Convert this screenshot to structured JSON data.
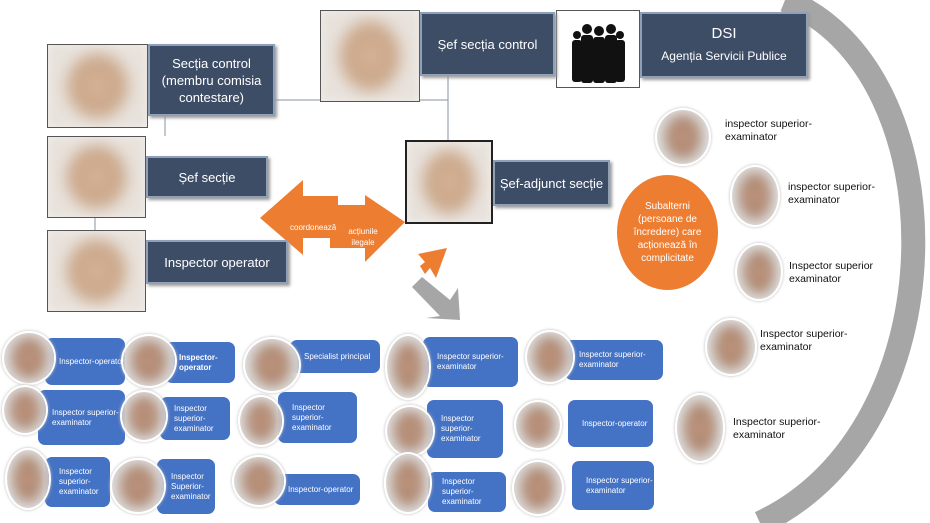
{
  "top": {
    "dsi_title": "DSI",
    "dsi_subtitle": "Agenția Servicii Publice",
    "sef_sectia_control": "Șef secția control",
    "sectia_control": "Secția control (membru comisia contestare)",
    "sef_sectie": "Șef secție",
    "inspector_operator": "Inspector operator",
    "sef_adjunct": "Șef-adjunct secție"
  },
  "arrow": {
    "left": "coordonează",
    "right": "acțiunile ilegale"
  },
  "circle_text": "Subalterni (persoane de încredere) care acționează în complicitate",
  "right_list": [
    "inspector superior-examinator",
    "inspector superior-examinator",
    "Inspector superior examinator",
    "Inspector superior-examinator",
    "Inspector superior-examinator"
  ],
  "grid": [
    "Inspector-operator",
    "Inspector-operator",
    "Specialist principal",
    "Inspector superior-examinator",
    "Inspector superior-examinator",
    "Inspector superior-examinator",
    "Inspector superior-examinator",
    "Inspector superior-examinator",
    "Inspector superior-examinator",
    "Inspector-operator",
    "Inspector superior-examinator",
    "Inspector Superior-examinator",
    "Inspector-operator",
    "Inspector superior-examinator",
    "Inspector superior-examinator"
  ],
  "colors": {
    "box": "#3e4d66",
    "orange": "#ed7d31",
    "blue": "#4472c4",
    "arc": "#a6a6a6"
  }
}
